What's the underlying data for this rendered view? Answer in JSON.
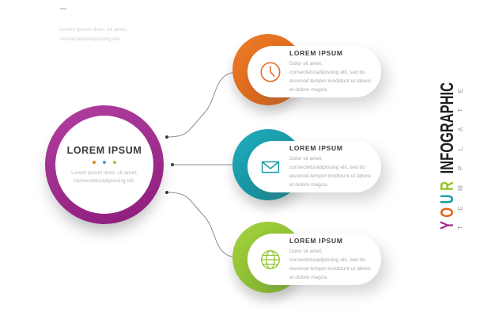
{
  "theme": {
    "purple": "#A32B91",
    "purple_light": "#B23FA0",
    "purple_dark": "#8C1C7B",
    "orange": "#E0671C",
    "teal": "#1599A8",
    "green": "#94C52F",
    "dark_text": "#3C3C3C",
    "muted_text": "#ABABAB",
    "faint_text": "#CDCDCD",
    "connector_line": "#8C8C8C"
  },
  "intro": {
    "line1": "Lorem ipsum dolor sit amet,",
    "line2": "consectetuadipiscing elit."
  },
  "hub": {
    "title": "LOREM IPSUM",
    "subtitle": "Lorem ipsum dolor sit amet, consecteturadipiscing elit.",
    "dot_colors": [
      "#E8821E",
      "#3FA9DC",
      "#9ACB3C"
    ]
  },
  "cards": [
    {
      "title": "LOREM IPSUM",
      "body": "Dolor sit amet, consecteturadipiscing elit, sed do eiusmod tempor incididunt ut labore et dolore magna.",
      "color": "#E0671C",
      "color_light": "#EE7E2B",
      "color_dark": "#D05C0F",
      "icon": "clock-icon"
    },
    {
      "title": "LOREM IPSUM",
      "body": "Dolor sit amet, consecteturadipiscing elit, sed do eiusmod tempor incididunt ut labore et dolore magna.",
      "color": "#1599A8",
      "color_light": "#23AEBD",
      "color_dark": "#0E8391",
      "icon": "mail-icon"
    },
    {
      "title": "LOREM IPSUM",
      "body": "Dolor sit amet, consecteturadipiscing elit, sed do eiusmod tempor incididunt ut labore et dolore magna.",
      "color": "#94C52F",
      "color_light": "#A4D340",
      "color_dark": "#7DB227",
      "icon": "globe-icon"
    }
  ],
  "vertical": {
    "your_letters": [
      {
        "ch": "Y",
        "color": "#A32B91"
      },
      {
        "ch": "O",
        "color": "#E0671C"
      },
      {
        "ch": "U",
        "color": "#1599A8"
      },
      {
        "ch": "R",
        "color": "#94C52F"
      }
    ],
    "infographic": "INFOGRAPHIC",
    "infographic_color": "#1C1C1C",
    "secondary": "TEMPLATE",
    "secondary_color": "#B8B8B8"
  }
}
